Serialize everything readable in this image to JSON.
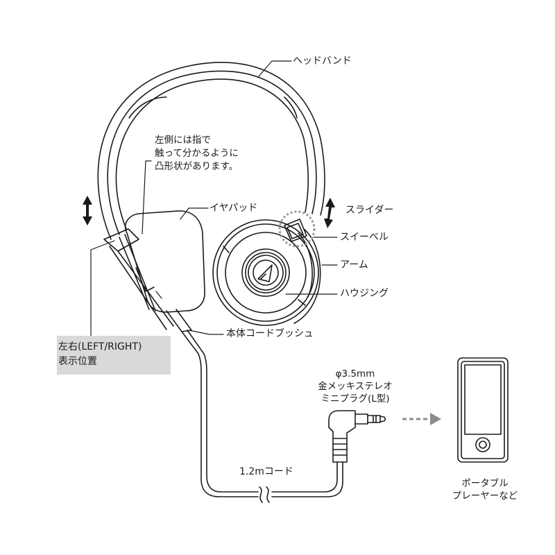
{
  "diagram": {
    "title": "Headphone parts diagram",
    "labels": {
      "headband": "ヘッドバンド",
      "note_line1": "左側には指で",
      "note_line2": "触って分かるように",
      "note_line3": "凸形状があります。",
      "earpad": "イヤパッド",
      "slider": "スライダー",
      "swivel": "スイーベル",
      "arm": "アーム",
      "housing": "ハウジング",
      "cord_bushing": "本体コードブッシュ",
      "lr_line1": "左右(LEFT/RIGHT)",
      "lr_line2": "表示位置",
      "plug_line1": "φ3.5mm",
      "plug_line2": "金メッキステレオ",
      "plug_line3": "ミニプラグ(L型)",
      "cord": "1.2mコード",
      "device_line1": "ポータブル",
      "device_line2": "プレーヤーなど"
    },
    "colors": {
      "line": "#1a1a1a",
      "highlight_box": "#d9d9d9",
      "dotted_circle": "#9a9a9a",
      "arrow_gray": "#8c8c8c"
    }
  }
}
